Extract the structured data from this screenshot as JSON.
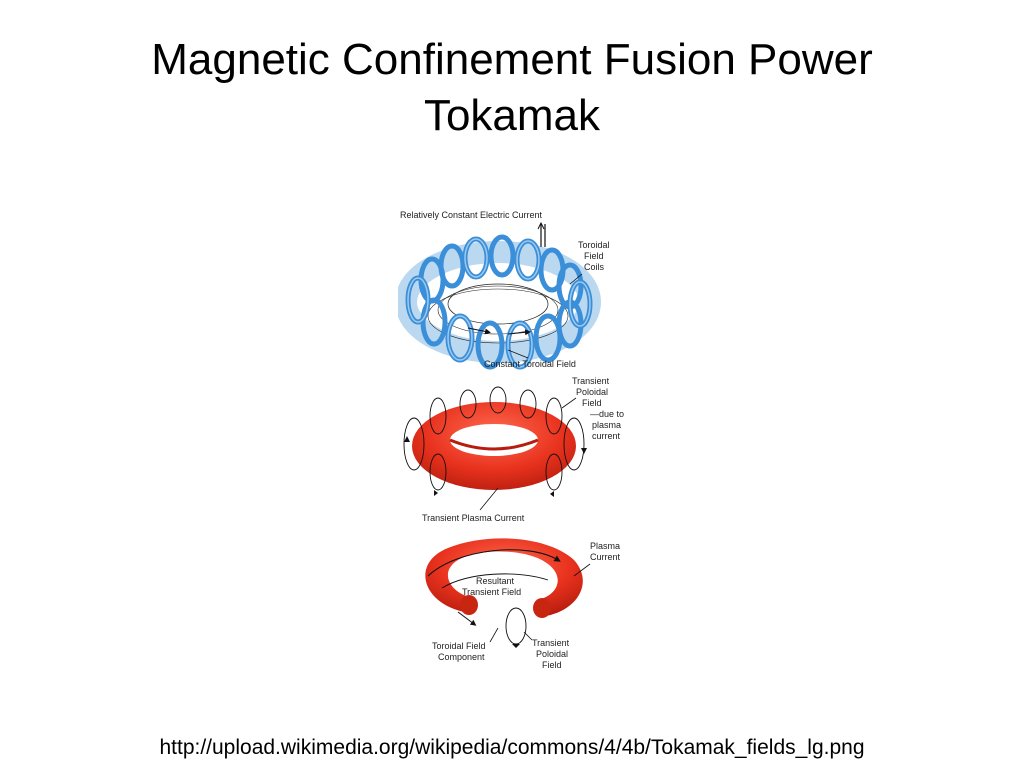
{
  "slide": {
    "title_line1": "Magnetic Confinement Fusion Power",
    "title_line2": "Tokamak",
    "source_url": "http://upload.wikimedia.org/wikipedia/commons/4/4b/Tokamak_fields_lg.png"
  },
  "figure": {
    "top_panel": {
      "label_current": "Relatively Constant Electric Current",
      "label_coils_1": "Toroidal",
      "label_coils_2": "Field",
      "label_coils_3": "Coils",
      "label_field": "Constant Toroidal Field"
    },
    "middle_panel": {
      "label_poloidal_1": "Transient",
      "label_poloidal_2": "Poloidal",
      "label_poloidal_3": "Field",
      "label_poloidal_4": "—due to",
      "label_poloidal_5": "plasma",
      "label_poloidal_6": "current",
      "label_plasma_current": "Transient Plasma Current"
    },
    "bottom_panel": {
      "label_plasma_1": "Plasma",
      "label_plasma_2": "Current",
      "label_resultant_1": "Resultant",
      "label_resultant_2": "Transient Field",
      "label_toroidal_1": "Toroidal Field",
      "label_toroidal_2": "Component",
      "label_poloidal_1": "Transient",
      "label_poloidal_2": "Poloidal",
      "label_poloidal_3": "Field"
    },
    "colors": {
      "coil_blue": "#3b8fd8",
      "plasma_red": "#e8321e",
      "line": "#111111"
    }
  }
}
